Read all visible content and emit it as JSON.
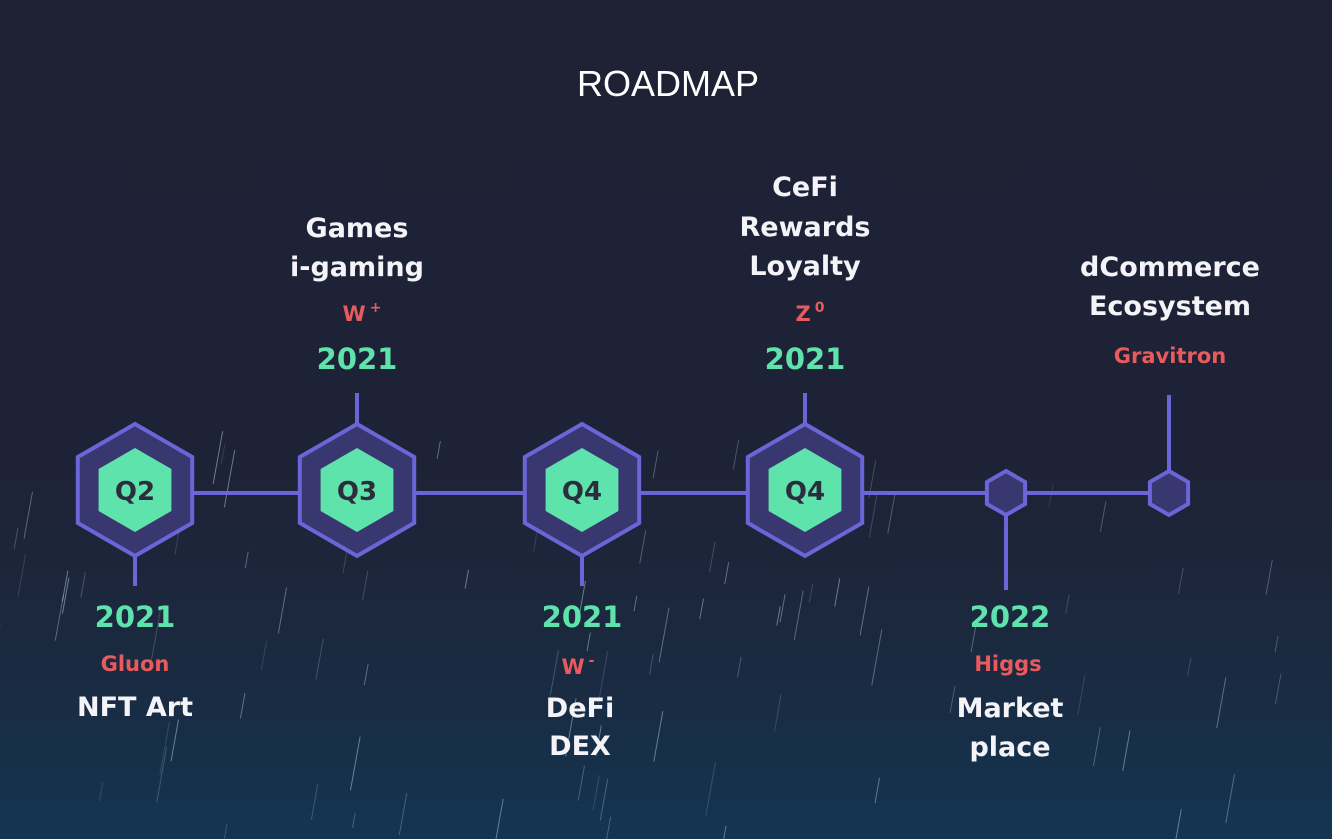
{
  "title": "ROADMAP",
  "colors": {
    "accent_green": "#5fe3ad",
    "accent_red": "#e85a5c",
    "line_purple": "#6a66d8",
    "hex_fill": "#39376f"
  },
  "milestones": [
    {
      "quarter": "Q2",
      "year": "2021",
      "codename": "Gluon",
      "codename_sup": "",
      "labels": [
        "NFT Art"
      ]
    },
    {
      "quarter": "Q3",
      "year": "2021",
      "codename": "W",
      "codename_sup": "+",
      "labels": [
        "Games",
        "i-gaming"
      ]
    },
    {
      "quarter": "Q4",
      "year": "2021",
      "codename": "W",
      "codename_sup": "-",
      "labels": [
        "DeFi",
        "DEX"
      ]
    },
    {
      "quarter": "Q4",
      "year": "2021",
      "codename": "Z",
      "codename_sup": "0",
      "labels": [
        "CeFi",
        "Rewards",
        "Loyalty"
      ]
    },
    {
      "quarter": "",
      "year": "2022",
      "codename": "Higgs",
      "codename_sup": "",
      "labels": [
        "Market",
        "place"
      ]
    },
    {
      "quarter": "",
      "year": "",
      "codename": "Gravitron",
      "codename_sup": "",
      "labels": [
        "dCommerce",
        "Ecosystem"
      ]
    }
  ]
}
